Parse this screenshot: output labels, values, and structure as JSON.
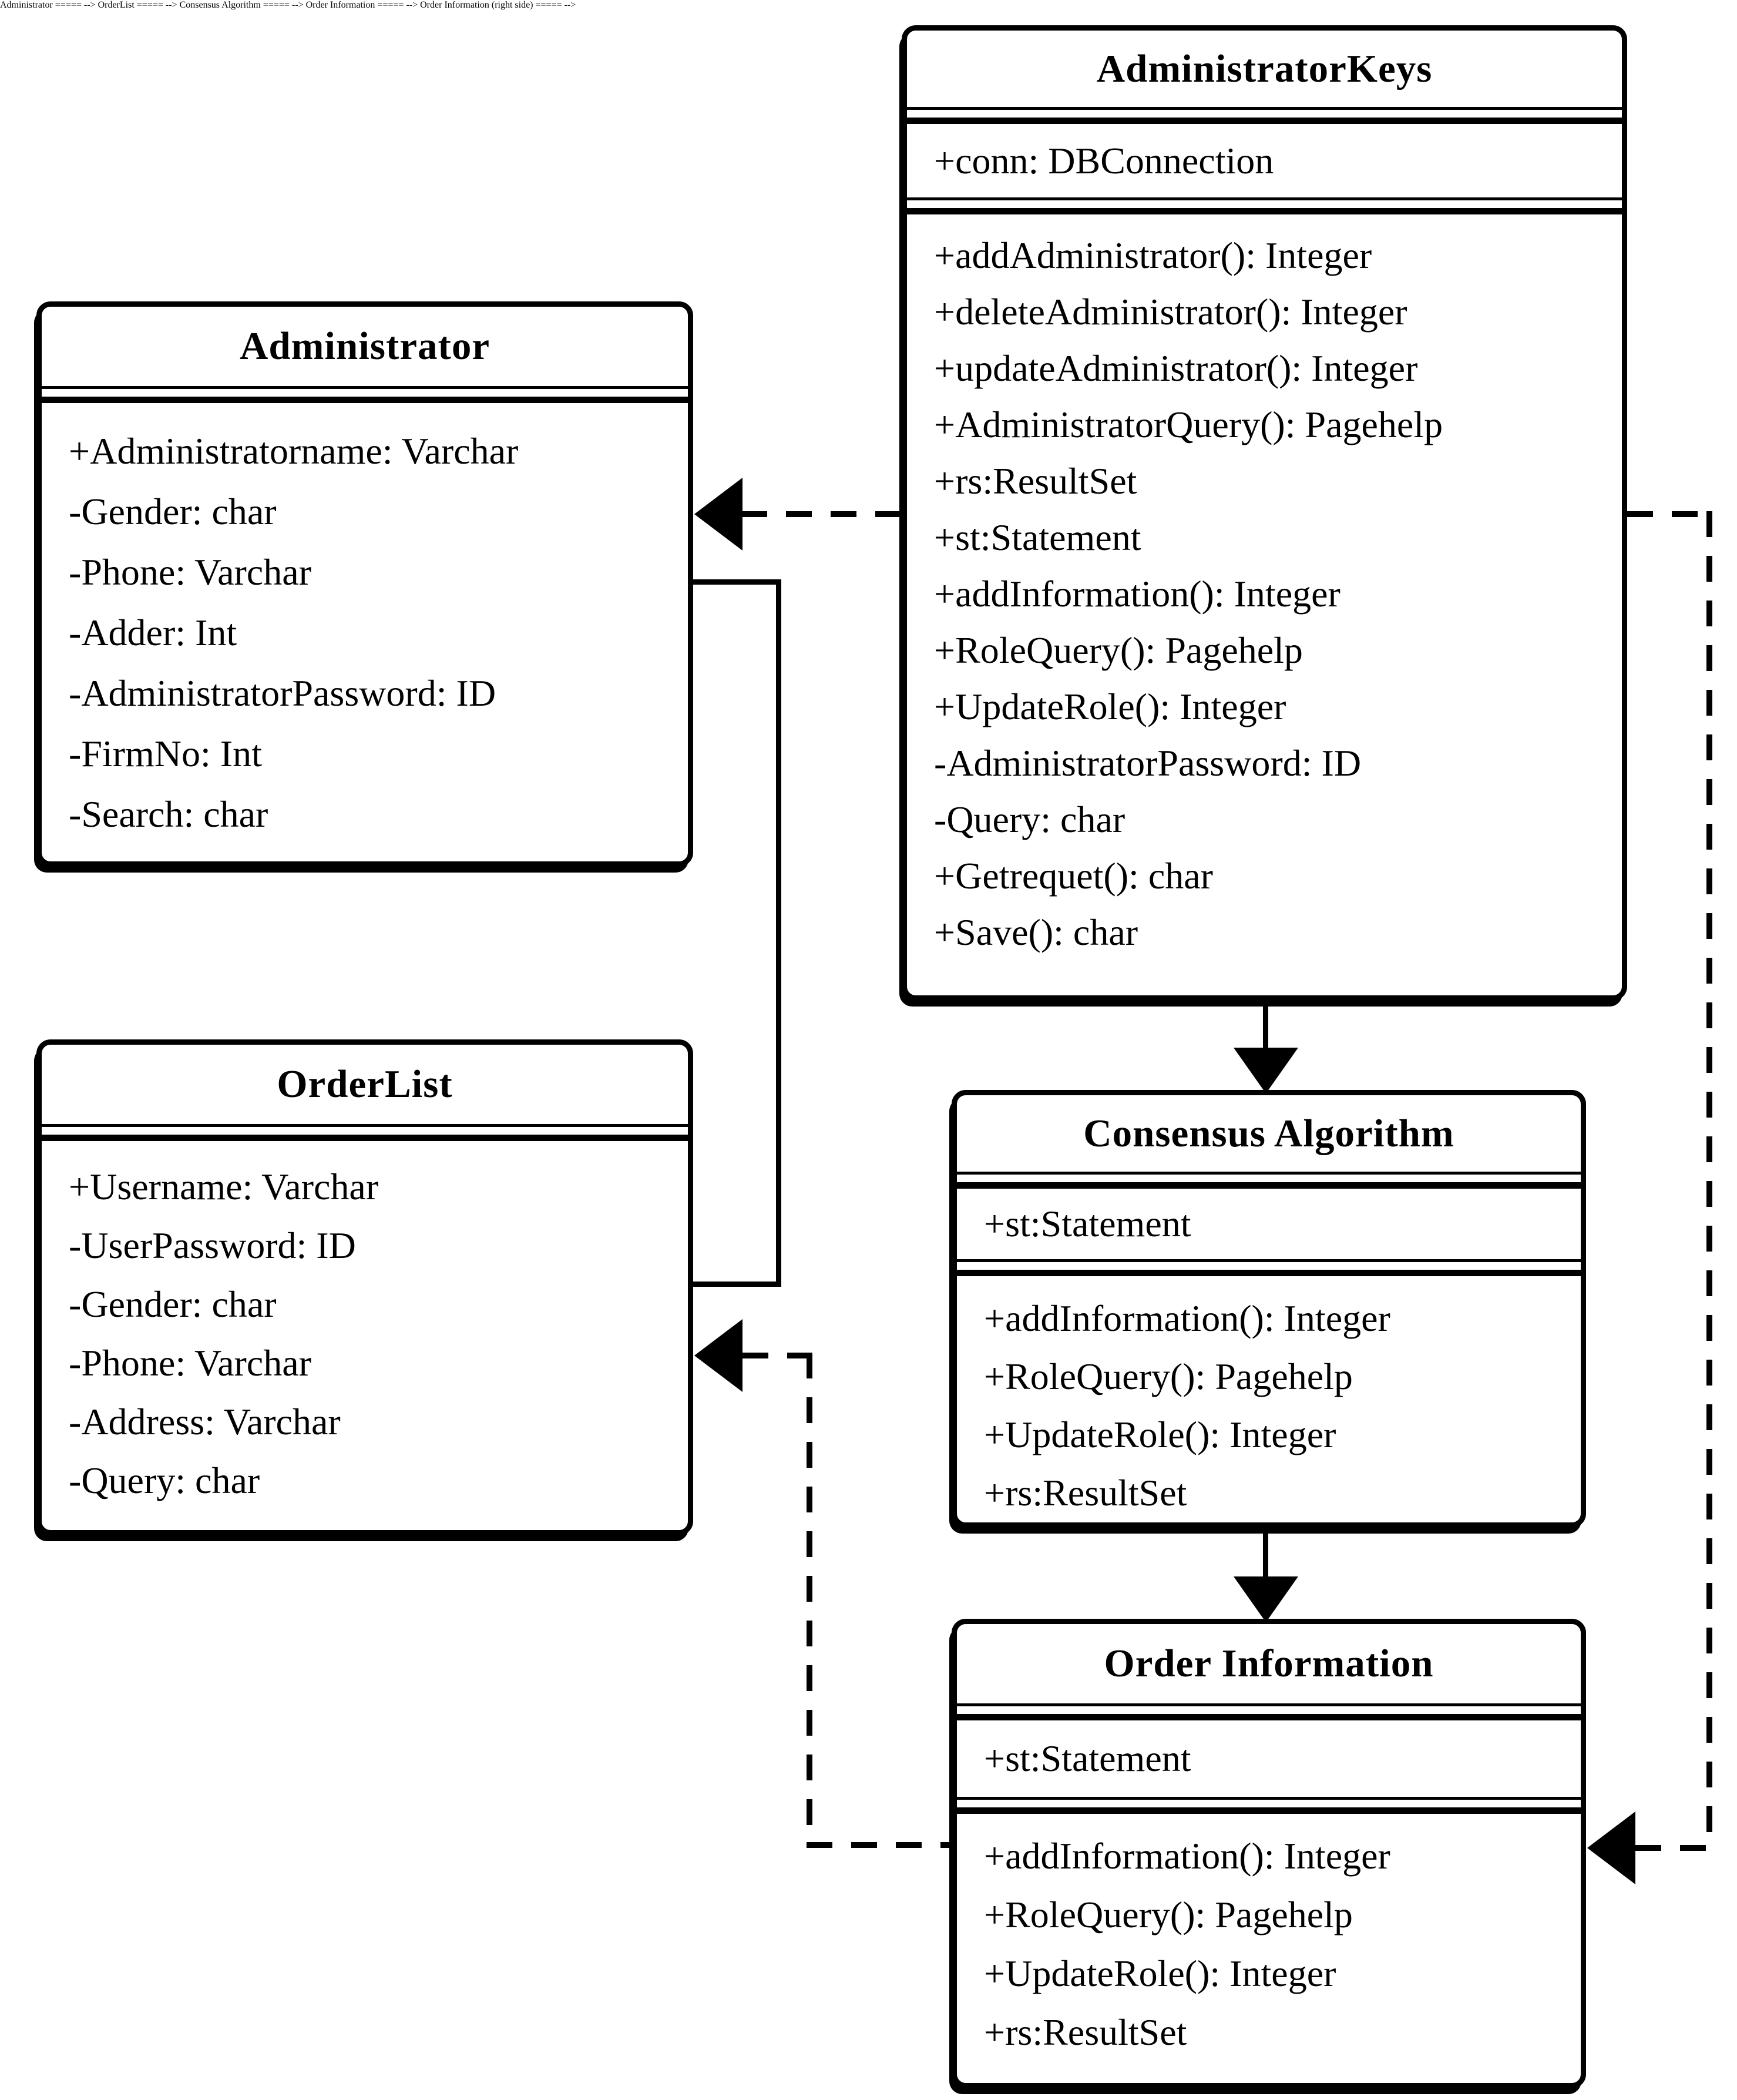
{
  "diagram": {
    "type": "uml-class-diagram",
    "background": "#ffffff",
    "line_color": "#000000",
    "text_color": "#000000"
  },
  "classes": {
    "administrator": {
      "name": "Administrator",
      "attributes": [
        "+Administratorname: Varchar",
        "-Gender: char",
        "-Phone: Varchar",
        "-Adder: Int",
        "-AdministratorPassword: ID",
        "-FirmNo: Int",
        "-Search: char"
      ]
    },
    "orderlist": {
      "name": "OrderList",
      "attributes": [
        "+Username: Varchar",
        "-UserPassword: ID",
        "-Gender: char",
        "-Phone: Varchar",
        "-Address: Varchar",
        "-Query: char"
      ]
    },
    "adminkeys": {
      "name": "AdministratorKeys",
      "attributes": [
        "+conn: DBConnection"
      ],
      "methods": [
        "+addAdministrator(): Integer",
        "+deleteAdministrator(): Integer",
        "+updateAdministrator(): Integer",
        "+AdministratorQuery(): Pagehelp",
        "+rs:ResultSet",
        "+st:Statement",
        "+addInformation(): Integer",
        "+RoleQuery(): Pagehelp",
        "+UpdateRole(): Integer",
        "-AdministratorPassword: ID",
        "-Query: char",
        "+Getrequet(): char",
        "+Save(): char"
      ]
    },
    "consensus": {
      "name": "Consensus Algorithm",
      "attributes": [
        "+st:Statement"
      ],
      "methods": [
        "+addInformation(): Integer",
        "+RoleQuery(): Pagehelp",
        "+UpdateRole(): Integer",
        "+rs:ResultSet"
      ]
    },
    "orderinfo": {
      "name": "Order Information",
      "attributes": [
        "+st:Statement"
      ],
      "methods": [
        "+addInformation(): Integer",
        "+RoleQuery(): Pagehelp",
        "+UpdateRole(): Integer",
        "+rs:ResultSet"
      ]
    }
  },
  "relationships": [
    {
      "from": "AdministratorKeys",
      "to": "Administrator",
      "style": "dashed",
      "arrow": "filled-triangle-left"
    },
    {
      "from": "Administrator",
      "to": "OrderList",
      "style": "solid-elbow",
      "arrow": "none"
    },
    {
      "from": "AdministratorKeys",
      "to": "Consensus Algorithm",
      "style": "solid",
      "arrow": "filled-triangle-down"
    },
    {
      "from": "Consensus Algorithm",
      "to": "Order Information",
      "style": "solid",
      "arrow": "filled-triangle-down"
    },
    {
      "from": "Order Information",
      "to": "OrderList",
      "style": "dashed-elbow",
      "arrow": "filled-triangle-left"
    },
    {
      "from": "AdministratorKeys",
      "to": "Order Information",
      "style": "dashed-elbow",
      "arrow": "filled-triangle-left"
    }
  ]
}
